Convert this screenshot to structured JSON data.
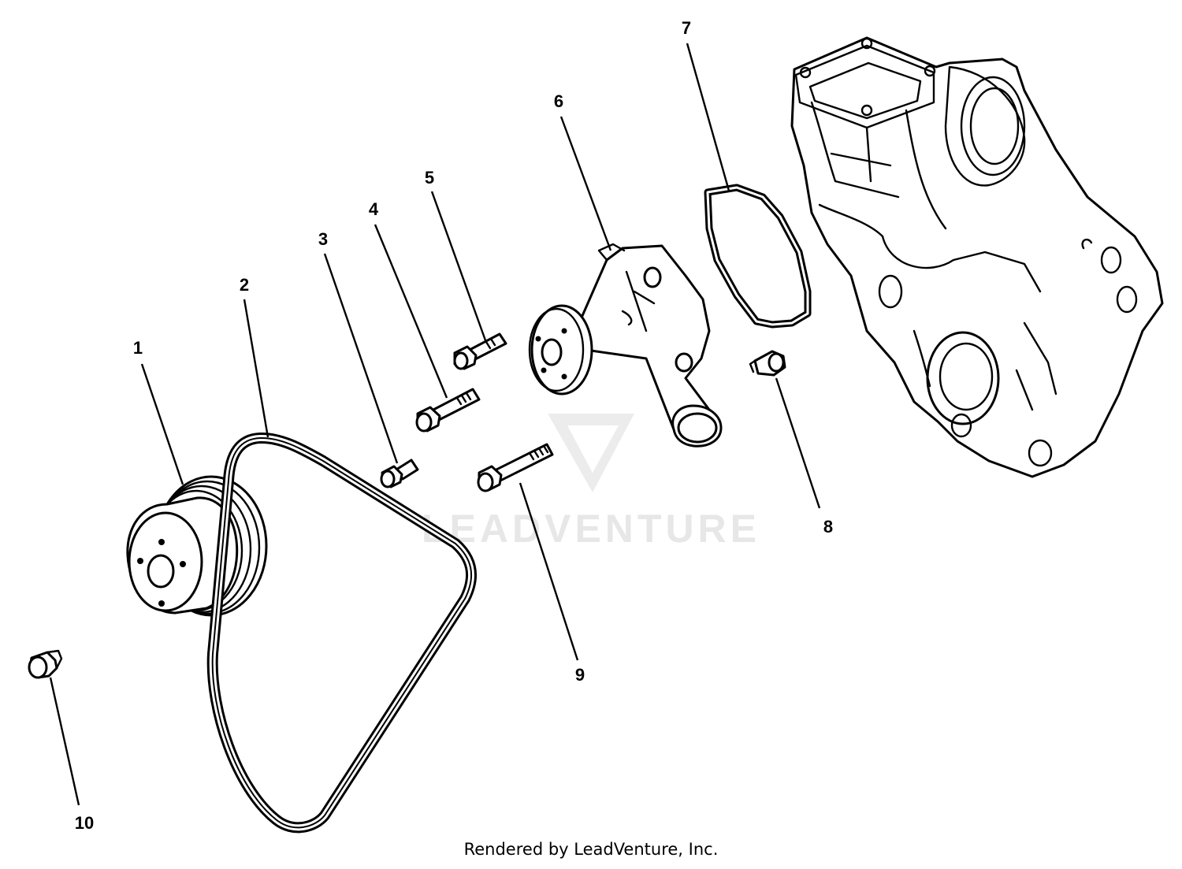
{
  "watermark": {
    "text": "LEADVENTURE"
  },
  "callouts": [
    "1",
    "2",
    "3",
    "4",
    "5",
    "6",
    "7",
    "8",
    "9",
    "10"
  ],
  "footer": "Rendered by LeadVenture, Inc."
}
